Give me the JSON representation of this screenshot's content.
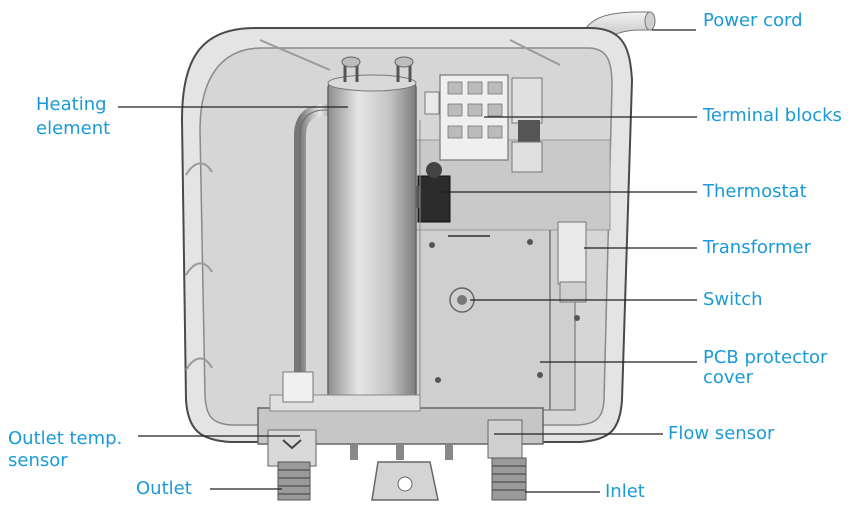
{
  "labels": {
    "power_cord": "Power cord",
    "heating_element_line1": "Heating",
    "heating_element_line2": "element",
    "terminal_blocks": "Terminal blocks",
    "thermostat": "Thermostat",
    "transformer": "Transformer",
    "switch": "Switch",
    "pcb_protector_line1": "PCB protector",
    "pcb_protector_line2": "cover",
    "outlet_temp_line1": "Outlet temp.",
    "outlet_temp_line2": "sensor",
    "flow_sensor": "Flow sensor",
    "outlet": "Outlet",
    "inlet": "Inlet"
  },
  "colors": {
    "label": "#1a9ad6",
    "leader_line": "#222222",
    "housing": "#dcdcdc",
    "housing_edge": "#555555",
    "cylinder": "#bfbfbf",
    "plate": "#cfcfcf"
  }
}
